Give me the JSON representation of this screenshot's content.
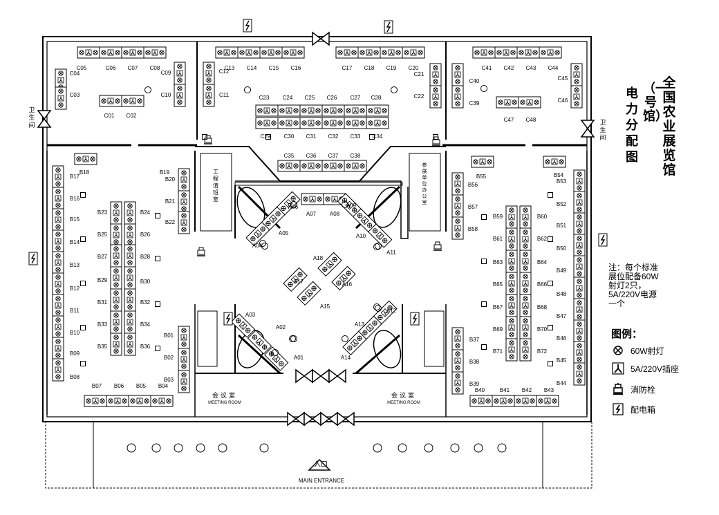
{
  "title": {
    "main": "全国农业展览馆",
    "sub": "（一号馆）",
    "elec": "电力分配图"
  },
  "note": "注：每个标准展位配备60W射灯2只，5A/220V电源一个",
  "legend": {
    "title": "图例：",
    "items": [
      {
        "icon": "spotlight-icon",
        "label": "60W射灯"
      },
      {
        "icon": "socket-icon",
        "label": "5A/220V插座"
      },
      {
        "icon": "hydrant-icon",
        "label": "消防栓"
      },
      {
        "icon": "distribution-box-icon",
        "label": "配电箱"
      }
    ]
  },
  "rooms": {
    "toilet": "卫生间",
    "engineering": "工程值班室",
    "exhibitor": "参展单位办公室",
    "meeting_cn": "会议室",
    "meeting_en": "MEETING ROOM",
    "entrance_cn": "入口",
    "entrance_en": "MAIN ENTRANCE"
  },
  "booths": {
    "C": [
      "C01",
      "C02",
      "C03",
      "C04",
      "C05",
      "C06",
      "C07",
      "C08",
      "C09",
      "C10",
      "C11",
      "C12",
      "C13",
      "C14",
      "C15",
      "C16",
      "C17",
      "C18",
      "C19",
      "C20",
      "C21",
      "C22",
      "C23",
      "C24",
      "C25",
      "C26",
      "C27",
      "C28",
      "C29",
      "C30",
      "C31",
      "C32",
      "C33",
      "C34",
      "C35",
      "C36",
      "C37",
      "C38",
      "C39",
      "C40",
      "C41",
      "C42",
      "C43",
      "C44",
      "C45",
      "C46",
      "C47",
      "C48"
    ],
    "B": [
      "B01",
      "B02",
      "B03",
      "B04",
      "B05",
      "B06",
      "B07",
      "B08",
      "B09",
      "B10",
      "B11",
      "B12",
      "B13",
      "B14",
      "B15",
      "B16",
      "B17",
      "B18",
      "B19",
      "B20",
      "B21",
      "B22",
      "B23",
      "B24",
      "B25",
      "B26",
      "B27",
      "B28",
      "B29",
      "B30",
      "B31",
      "B32",
      "B33",
      "B34",
      "B35",
      "B36",
      "B37",
      "B38",
      "B39",
      "B40",
      "B41",
      "B42",
      "B43",
      "B44",
      "B45",
      "B46",
      "B47",
      "B48",
      "B49",
      "B50",
      "B51",
      "B52",
      "B53",
      "B54",
      "B55",
      "B56",
      "B57",
      "B58",
      "B59",
      "B60",
      "B61",
      "B62",
      "B63",
      "B64",
      "B65",
      "B66",
      "B67",
      "B68",
      "B69",
      "B70",
      "B71",
      "B72"
    ],
    "A": [
      "A01",
      "A02",
      "A03",
      "A04",
      "A05",
      "A06",
      "A07",
      "A08",
      "A09",
      "A10",
      "A11",
      "A12",
      "A13",
      "A14",
      "A15",
      "A16",
      "A17",
      "A18"
    ]
  }
}
